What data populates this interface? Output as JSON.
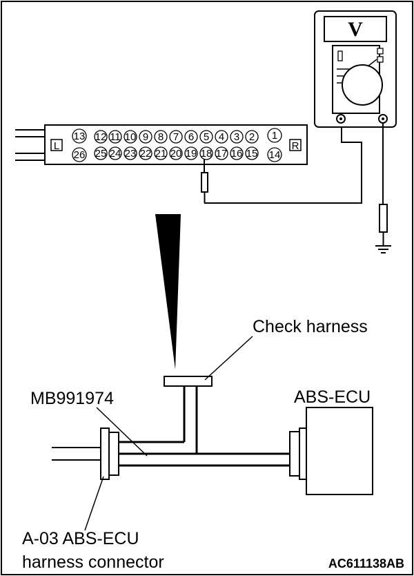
{
  "labels": {
    "check_harness": "Check harness",
    "tool": "MB991974",
    "ecu": "ABS-ECU",
    "connector_line1": "A-03 ABS-ECU",
    "connector_line2": "harness connector",
    "figure_code": "AC611138AB"
  },
  "connector": {
    "left_side": "L",
    "right_side": "R",
    "top_pins": [
      "13",
      "12",
      "11",
      "10",
      "9",
      "8",
      "7",
      "6",
      "5",
      "4",
      "3",
      "2",
      "1"
    ],
    "bottom_pins": [
      "26",
      "25",
      "24",
      "23",
      "22",
      "21",
      "20",
      "19",
      "18",
      "17",
      "16",
      "15",
      "14"
    ]
  },
  "meter": {
    "mode": "V"
  }
}
